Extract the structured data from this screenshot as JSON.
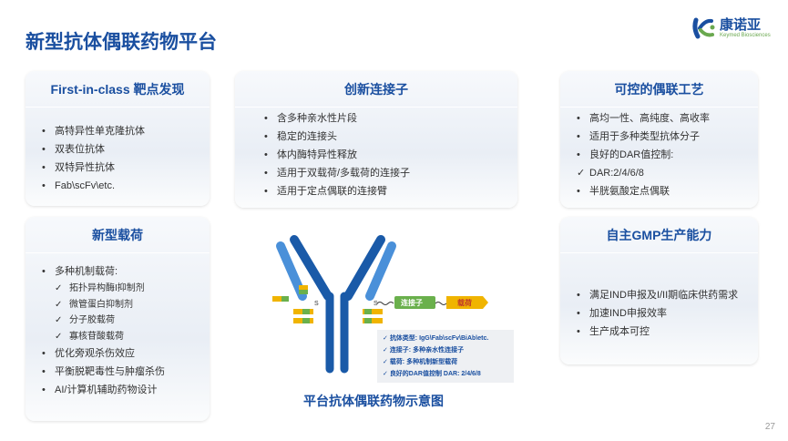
{
  "title": "新型抗体偶联药物平台",
  "logo": {
    "cn": "康诺亚",
    "en": "Keymed Biosciences"
  },
  "cards": {
    "target": {
      "title": "First-in-class 靶点发现",
      "items": [
        "高特异性单克隆抗体",
        "双表位抗体",
        "双特异性抗体",
        "Fab\\scFv\\etc."
      ]
    },
    "linker": {
      "title": "创新连接子",
      "items": [
        "含多种亲水性片段",
        "稳定的连接头",
        "体内酶特异性释放",
        "适用于双载荷/多载荷的连接子",
        "适用于定点偶联的连接臂"
      ]
    },
    "conjugation": {
      "title": "可控的偶联工艺",
      "items": [
        "高均一性、高纯度、高收率",
        "适用于多种类型抗体分子",
        "良好的DAR值控制:"
      ],
      "sub": "DAR:2/4/6/8",
      "last": "半胱氨酸定点偶联"
    },
    "payload": {
      "title": "新型载荷",
      "first": "多种机制载荷:",
      "sub": [
        "拓扑异构酶I抑制剂",
        "微管蛋白抑制剂",
        "分子胶载荷",
        "寡核苷酸载荷"
      ],
      "items": [
        "优化旁观杀伤效应",
        "平衡脱靶毒性与肿瘤杀伤",
        "AI/计算机辅助药物设计"
      ]
    },
    "gmp": {
      "title": "自主GMP生产能力",
      "items": [
        "满足IND申报及I/II期临床供药需求",
        "加速IND申报效率",
        "生产成本可控"
      ]
    }
  },
  "diagram": {
    "linker_label": "连接子",
    "payload_label": "载荷",
    "sulfur": "S",
    "legend": [
      "抗体类型: IgG\\Fab\\scFv\\BiAb\\etc.",
      "连接子: 多种亲水性连接子",
      "载荷: 多种机制新型载荷",
      "良好的DAR值控制 DAR: 2/4/6/8"
    ],
    "caption": "平台抗体偶联药物示意图"
  },
  "page_number": "27"
}
